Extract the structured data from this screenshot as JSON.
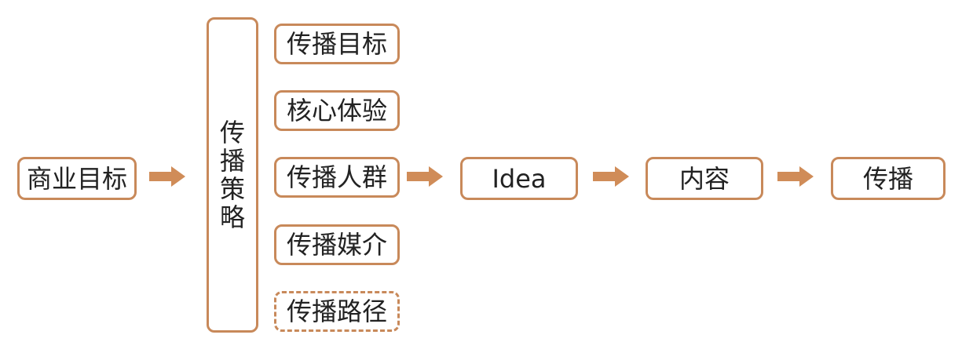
{
  "diagram": {
    "nodes": {
      "business_goal": "商业目标",
      "strategy": "传播策略",
      "strategy_items": [
        "传播目标",
        "核心体验",
        "传播人群",
        "传播媒介",
        "传播路径"
      ],
      "idea": "Idea",
      "content": "内容",
      "spread": "传播"
    },
    "colors": {
      "border": "#c8895a",
      "arrow": "#d08c58",
      "text": "#222222"
    }
  }
}
